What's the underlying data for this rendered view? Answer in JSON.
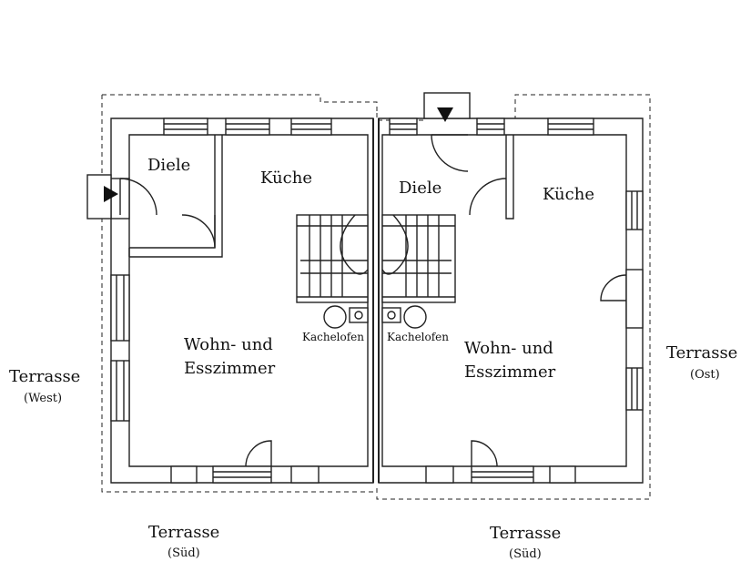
{
  "rooms": {
    "diele_left": "Diele",
    "kueche_left": "Küche",
    "wohn_left_1": "Wohn- und",
    "wohn_left_2": "Esszimmer",
    "kachelofen_left": "Kachelofen",
    "diele_right": "Diele",
    "kueche_right": "Küche",
    "wohn_right_1": "Wohn- und",
    "wohn_right_2": "Esszimmer",
    "kachelofen_right": "Kachelofen"
  },
  "terraces": {
    "west": {
      "name": "Terrasse",
      "direction": "(West)"
    },
    "ost": {
      "name": "Terrasse",
      "direction": "(Ost)"
    },
    "sued_left": {
      "name": "Terrasse",
      "direction": "(Süd)"
    },
    "sued_right": {
      "name": "Terrasse",
      "direction": "(Süd)"
    }
  },
  "icons": {
    "entrance": "entrance-arrow-icon"
  },
  "colors": {
    "line": "#222222",
    "background": "#ffffff"
  }
}
